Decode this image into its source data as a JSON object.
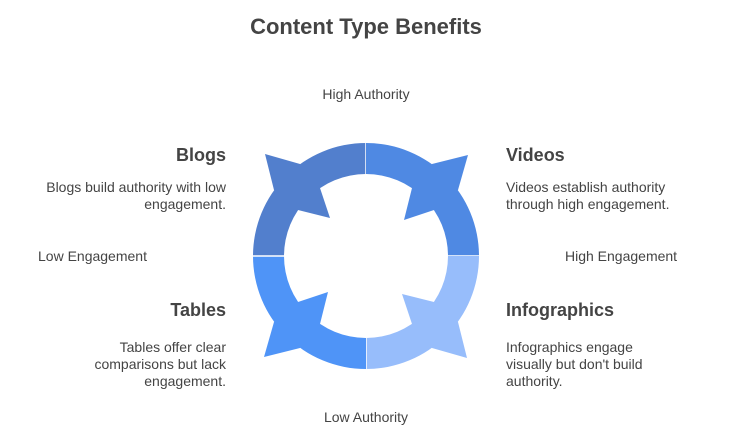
{
  "title": "Content Type Benefits",
  "axes": {
    "top": "High Authority",
    "bottom": "Low Authority",
    "left": "Low Engagement",
    "right": "High Engagement"
  },
  "quadrants": [
    {
      "name": "Blogs",
      "desc": "Blogs build authority with low engagement.",
      "color": "#527fcd"
    },
    {
      "name": "Videos",
      "desc": "Videos establish authority through high engagement.",
      "color": "#4f89e3"
    },
    {
      "name": "Infographics",
      "desc": "Infographics engage visually but don't build authority.",
      "color": "#97bdfb"
    },
    {
      "name": "Tables",
      "desc": "Tables offer clear comparisons but lack engagement.",
      "color": "#4f94f7"
    }
  ]
}
